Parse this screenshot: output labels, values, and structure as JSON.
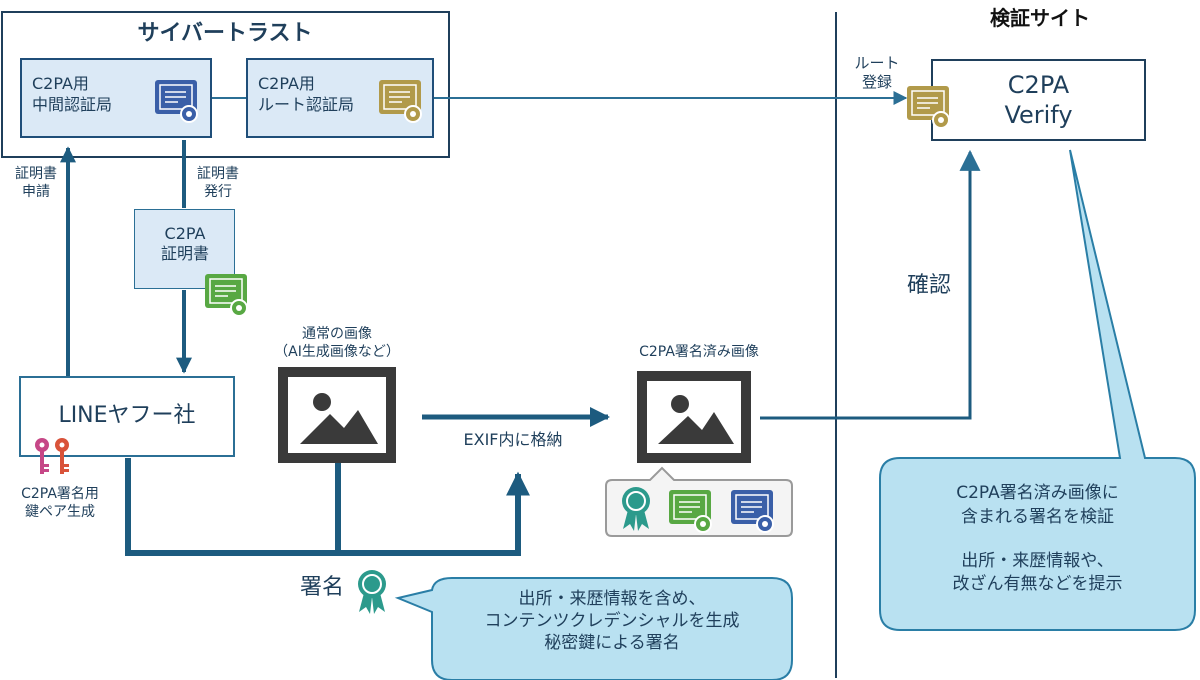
{
  "cybertrust": {
    "title": "サイバートラスト",
    "intermediate_ca": [
      "C2PA用",
      "中間認証局"
    ],
    "root_ca": [
      "C2PA用",
      "ルート認証局"
    ]
  },
  "verify_site": {
    "title": "検証サイト",
    "app": [
      "C2PA",
      "Verify"
    ],
    "root_registration": [
      "ルート",
      "登録"
    ],
    "confirm_label": "確認",
    "bubble": [
      "C2PA署名済み画像に",
      "含まれる署名を検証",
      "",
      "出所・来歴情報や、",
      "改ざん有無などを提示"
    ]
  },
  "flow": {
    "cert_request": [
      "証明書",
      "申請"
    ],
    "cert_issue": [
      "証明書",
      "発行"
    ],
    "c2pa_cert": [
      "C2PA",
      "証明書"
    ],
    "company": "LINEヤフー社",
    "key_pair": [
      "C2PA署名用",
      "鍵ペア生成"
    ],
    "normal_image": [
      "通常の画像",
      "（AI生成画像など）"
    ],
    "exif_store": "EXIF内に格納",
    "signed_image": "C2PA署名済み画像",
    "signature": "署名",
    "signature_bubble": [
      "出所・来歴情報を含め、",
      "コンテンツクレデンシャルを生成",
      "秘密鍵による署名"
    ]
  },
  "colors": {
    "navy": "#1f3f5b",
    "arrow": "#1d5b7f",
    "line": "#2b6f95",
    "cert_blue": "#3a5fa8",
    "cert_gold": "#b19a4a",
    "cert_green": "#58a843",
    "medal_teal": "#2c9a8c",
    "key_magenta": "#c64787",
    "key_red": "#d9533a",
    "bubble_fill": "#b9e1f1"
  }
}
